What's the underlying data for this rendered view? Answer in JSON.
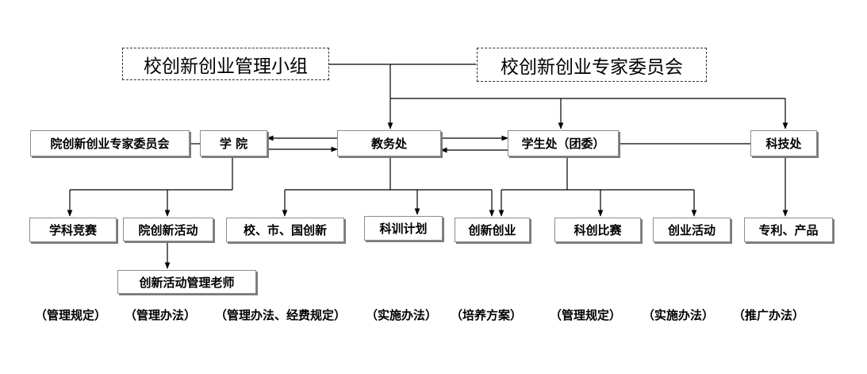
{
  "top": {
    "leading_group": "校创新创业管理小组",
    "expert_committee": "校创新创业专家委员会"
  },
  "middle": {
    "college_expert_committee": "院创新创业专家委员会",
    "college": "学 院",
    "academic_affairs": "教务处",
    "student_affairs": "学生处（团委）",
    "sci_tech": "科技处"
  },
  "bottom": {
    "discipline_contest": "学科竞赛",
    "college_activity": "院创新活动",
    "activity_teacher": "创新活动管理老师",
    "innovation_projects": "校、市、国创新",
    "research_training": "科训计划",
    "innovation_entrepreneurship": "创新创业",
    "innovation_contest": "科创比赛",
    "entrepreneurship_activity": "创业活动",
    "patent_product": "专利、产品"
  },
  "notes": [
    "（管理规定）",
    "（管理办法）",
    "（管理办法、经费规定）",
    "（实施办法）",
    "（培养方案）",
    "（管理规定）",
    "（实施办法）",
    "（推广办法）"
  ]
}
